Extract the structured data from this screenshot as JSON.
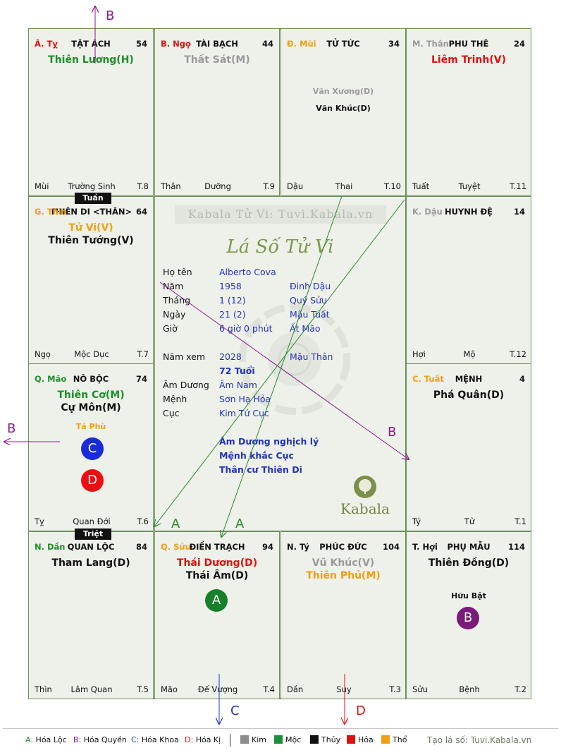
{
  "top_arrow_label": "B",
  "palaces": [
    {
      "can": "Â. Tỵ",
      "can_color": "#e01010",
      "name": "TẬT ÁCH",
      "age": "54",
      "stars": [
        {
          "t": "Thiên Lương(H)",
          "c": "green"
        }
      ],
      "minors": [],
      "foot": [
        "Mùi",
        "Trường Sinh",
        "T.8"
      ]
    },
    {
      "can": "B. Ngọ",
      "can_color": "#e01010",
      "name": "TÀI BẠCH",
      "age": "44",
      "stars": [
        {
          "t": "Thất Sát(M)",
          "c": "gray"
        }
      ],
      "minors": [],
      "foot": [
        "Thân",
        "Dưỡng",
        "T.9"
      ]
    },
    {
      "can": "Đ. Mùi",
      "can_color": "#f0a010",
      "name": "TỬ TỨC",
      "age": "34",
      "stars": [],
      "minors": [
        {
          "t": "Văn Xương(D)",
          "c": "gray"
        },
        {
          "t": "Văn Khúc(D)",
          "c": "black"
        }
      ],
      "foot": [
        "Dậu",
        "Thai",
        "T.10"
      ]
    },
    {
      "can": "M. Thân",
      "can_color": "#9a9a9a",
      "name": "PHU THÊ",
      "age": "24",
      "stars": [
        {
          "t": "Liêm Trinh(V)",
          "c": "red"
        }
      ],
      "minors": [],
      "foot": [
        "Tuất",
        "Tuyệt",
        "T.11"
      ]
    },
    {
      "can": "G. Thìn",
      "can_color": "#f0a010",
      "name": "THIÊN DI <THÂN>",
      "age": "64",
      "stars": [
        {
          "t": "Tử Vi(V)",
          "c": "orange"
        },
        {
          "t": "Thiên Tướng(V)",
          "c": "black"
        }
      ],
      "minors": [],
      "foot": [
        "Ngọ",
        "Mộc Dục",
        "T.7"
      ]
    },
    {
      "can": "K. Dậu",
      "can_color": "#9a9a9a",
      "name": "HUYNH ĐỆ",
      "age": "14",
      "stars": [],
      "minors": [],
      "foot": [
        "Hợi",
        "Mộ",
        "T.12"
      ]
    },
    {
      "can": "Q. Mão",
      "can_color": "#1c8f2a",
      "name": "NÔ BỘC",
      "age": "74",
      "stars": [
        {
          "t": "Thiên Cơ(M)",
          "c": "green"
        },
        {
          "t": "Cự Môn(M)",
          "c": "black"
        }
      ],
      "minors": [
        {
          "t": "Tả Phù",
          "c": "orange"
        }
      ],
      "foot": [
        "Tỵ",
        "Quan Đới",
        "T.6"
      ]
    },
    {
      "can": "C. Tuất",
      "can_color": "#f0a010",
      "name": "MỆNH",
      "age": "4",
      "stars": [
        {
          "t": "Phá Quân(D)",
          "c": "black"
        }
      ],
      "minors": [],
      "foot": [
        "Tý",
        "Tử",
        "T.1"
      ]
    },
    {
      "can": "N. Dần",
      "can_color": "#1c8f2a",
      "name": "QUAN LỘC",
      "age": "84",
      "stars": [
        {
          "t": "Tham Lang(D)",
          "c": "black"
        }
      ],
      "minors": [],
      "foot": [
        "Thìn",
        "Lâm Quan",
        "T.5"
      ]
    },
    {
      "can": "Q. Sửu",
      "can_color": "#f0a010",
      "name": "ĐIỀN TRẠCH",
      "age": "94",
      "stars": [
        {
          "t": "Thái Dương(D)",
          "c": "red"
        },
        {
          "t": "Thái Âm(D)",
          "c": "black"
        }
      ],
      "minors": [],
      "foot": [
        "Mão",
        "Đế Vượng",
        "T.4"
      ]
    },
    {
      "can": "N. Tý",
      "can_color": "#111111",
      "name": "PHÚC ĐỨC",
      "age": "104",
      "stars": [
        {
          "t": "Vũ Khúc(V)",
          "c": "gray"
        },
        {
          "t": "Thiên Phủ(M)",
          "c": "orange"
        }
      ],
      "minors": [],
      "foot": [
        "Dần",
        "Suy",
        "T.3"
      ]
    },
    {
      "can": "T. Hợi",
      "can_color": "#111111",
      "name": "PHỤ MẪU",
      "age": "114",
      "stars": [
        {
          "t": "Thiên Đồng(D)",
          "c": "black"
        }
      ],
      "minors": [
        {
          "t": "Hữu Bật",
          "c": "black"
        }
      ],
      "foot": [
        "Sửu",
        "Bệnh",
        "T.2"
      ]
    }
  ],
  "tuan": "Tuần",
  "triet": "Triệt",
  "circles": {
    "C": "C",
    "D": "D",
    "A": "A",
    "B": "B"
  },
  "center": {
    "watermark": "Kabala Tử Vi: Tuvi.Kabala.vn",
    "title": "Lá Số Tử Vi",
    "rows": [
      [
        "Họ tên",
        "Alberto Cova",
        ""
      ],
      [
        "Năm",
        "1958",
        "Đinh Dậu"
      ],
      [
        "Tháng",
        "1  (12)",
        "Quý Sửu"
      ],
      [
        "Ngày",
        "21  (2)",
        "Mậu Tuất"
      ],
      [
        "Giờ",
        "6 giờ 0 phút",
        "Ất Mão"
      ]
    ],
    "nam_xem": [
      "Năm xem",
      "2028",
      "Mậu Thân"
    ],
    "tuoi": "72 Tuổi",
    "rows2": [
      [
        "Âm Dương",
        "Âm Nam"
      ],
      [
        "Mệnh",
        "Sơn Hạ Hỏa"
      ],
      [
        "Cục",
        "Kim Tứ Cục"
      ]
    ],
    "notes": [
      "Âm Dương nghịch lý",
      "Mệnh khắc Cục",
      "Thân cư Thiên Di"
    ],
    "logo": "Kabala"
  },
  "arrow_labels": {
    "left_b": "B",
    "center_b": "B",
    "a1": "A",
    "a2": "A",
    "bottom_c": "C",
    "bottom_d": "D"
  },
  "legend": {
    "items": [
      {
        "k": "A:",
        "v": "Hóa Lộc",
        "color": "#1c8f2a"
      },
      {
        "k": "B:",
        "v": "Hóa Quyền",
        "color": "#8a1a8a"
      },
      {
        "k": "C:",
        "v": "Hóa Khoa",
        "color": "#2233bb"
      },
      {
        "k": "D:",
        "v": "Hóa Kị",
        "color": "#e01010"
      }
    ],
    "elements": [
      {
        "v": "Kim",
        "color": "#8c8c8c"
      },
      {
        "v": "Mộc",
        "color": "#1c8f3a"
      },
      {
        "v": "Thủy",
        "color": "#111111"
      },
      {
        "v": "Hỏa",
        "color": "#e01010"
      },
      {
        "v": "Thổ",
        "color": "#f0a010"
      }
    ],
    "site": "Tạo lá số: Tuvi.Kabala.vn"
  }
}
